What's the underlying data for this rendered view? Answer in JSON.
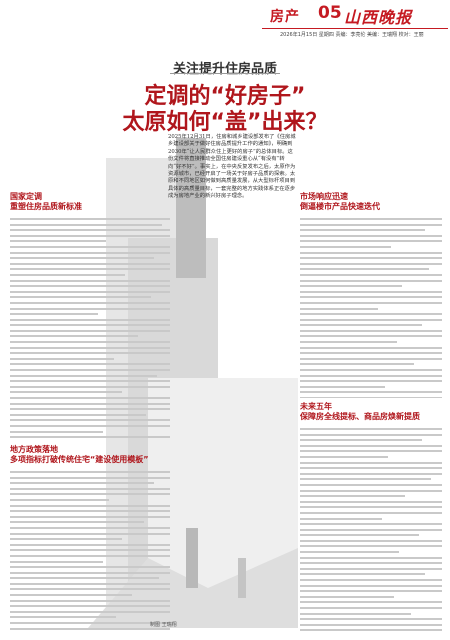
{
  "header": {
    "section": "房产",
    "page_number": "05",
    "brand": "山西晚报",
    "meta": "2026年1月15日 星期四 责编：李亮伦 美编：王瑞翔 校对：王丽"
  },
  "headline": {
    "kicker": "关注提升住房品质",
    "title_line1": "定调的“好房子”",
    "title_line2": "太原如何“盖”出来？"
  },
  "lead": "2025年12月31日，住房和城乡建设部发布了《住房城乡建设部关于做好住房品质提升工作的通知》，明确到2030年“让人民群众住上更好的房子”的总体目标。这份文件将直接推动全国住房建设重心从“有没有”转向“好不好”。事实上，在中央反复发布之后，太原作为资源城市，已经开启了一场关于好房子品质的探索。太原和不同地区如何做到高质量发展，从大型标杆项目到具体的高质量目标，一套完整的地方实践体系正在逐步成为房地产业的新兴好房子理念。",
  "subheads": {
    "s1_line1": "国家定调",
    "s1_line2": "重塑住房品质新标准",
    "s2_line1": "市场响应迅速",
    "s2_line2": "倒逼楼市产品快速迭代",
    "s3_line1": "地方政策落地",
    "s3_line2": "多项指标打破传统住宅“建设使用模板”",
    "s4_line1": "未来五年",
    "s4_line2": "保障房全线提标、商品房焕新提质"
  },
  "photo_credit": "制图 王瑞翔"
}
